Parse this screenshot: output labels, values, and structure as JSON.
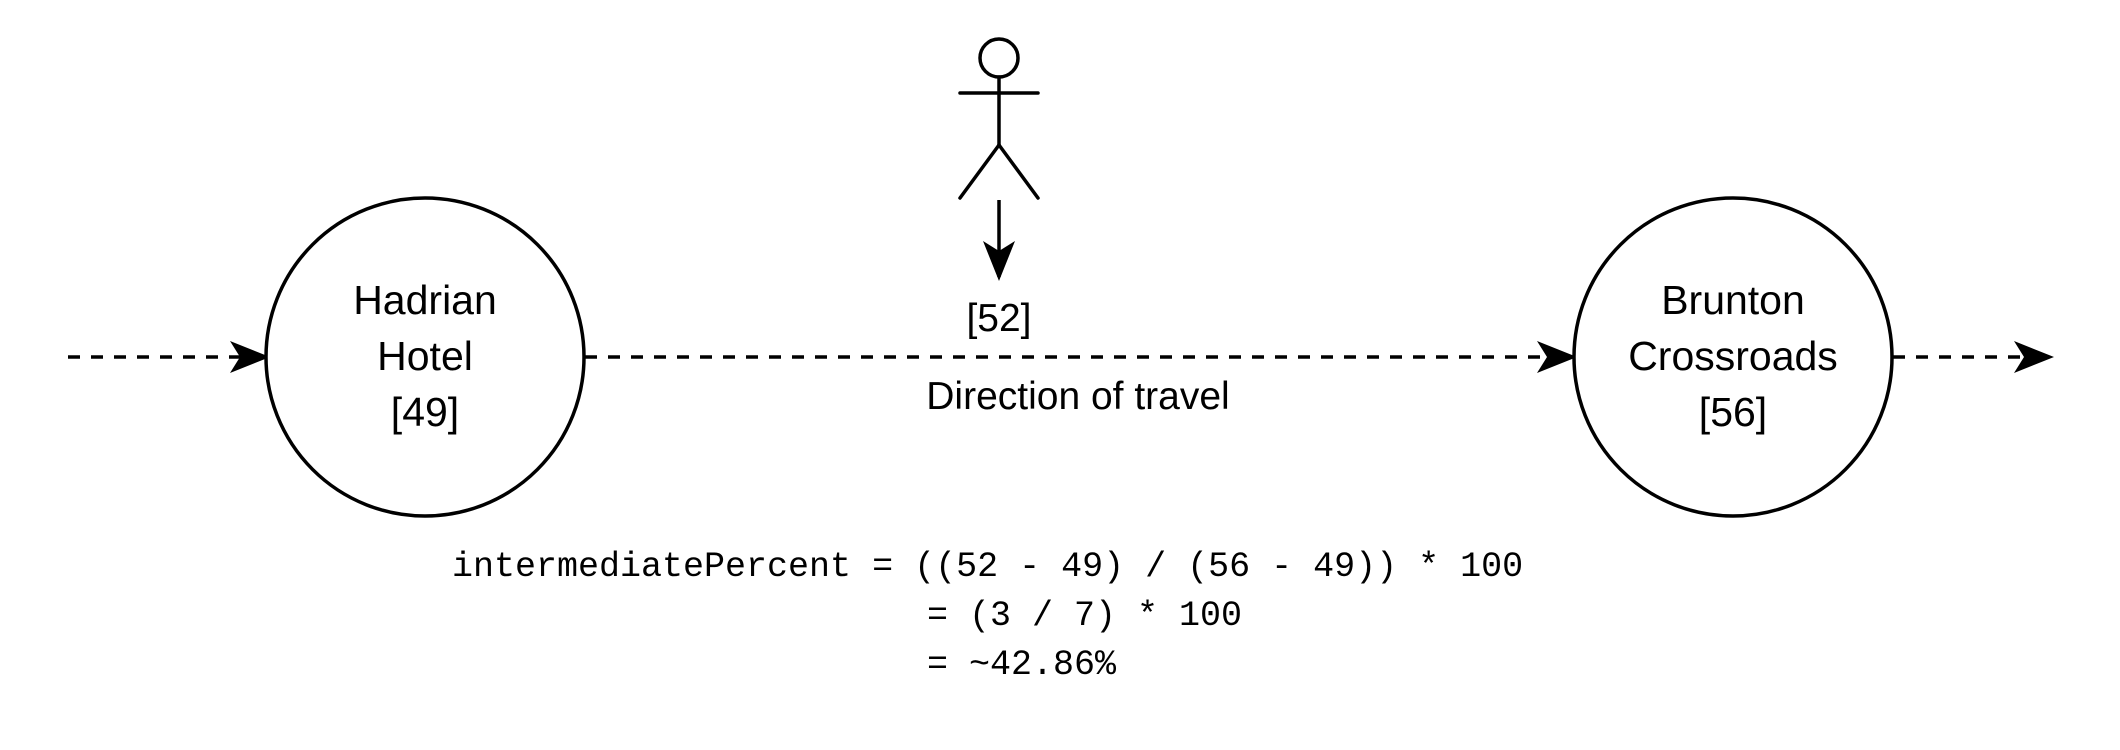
{
  "nodes": {
    "hadrian": {
      "line1": "Hadrian",
      "line2": "Hotel",
      "value": "[49]"
    },
    "brunton": {
      "line1": "Brunton",
      "line2": "Crossroads",
      "value": "[56]"
    }
  },
  "traveller": {
    "value": "[52]"
  },
  "direction_label": "Direction of travel",
  "formula": {
    "line1": "intermediatePercent = ((52 - 49) / (56 - 49)) * 100",
    "line2": "= (3 / 7) * 100",
    "line3": "= ~42.86%"
  },
  "colors": {
    "stroke": "#000000",
    "background": "#ffffff"
  },
  "icons": {
    "traveller": "stick-figure-icon"
  }
}
